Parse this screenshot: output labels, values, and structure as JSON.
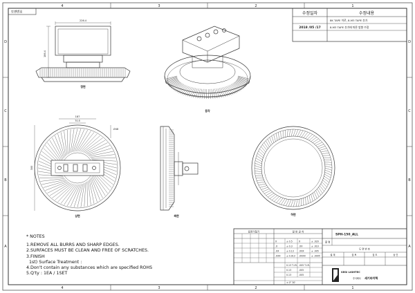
{
  "sheet": {
    "top_left_label": "도면번호",
    "col_labels": [
      "4",
      "3",
      "2",
      "1"
    ],
    "row_labels": [
      "D",
      "C",
      "B",
      "A"
    ]
  },
  "revision": {
    "header_date": "수정일자",
    "header_content": "수정내용",
    "rows": [
      {
        "date": "",
        "content": "8K TAPE 이로, 8-M3 TAPE 추가"
      },
      {
        "date": "2018 /05 /17",
        "content": "8-M3 TAPE 추가에 따른 방향 수정"
      }
    ]
  },
  "views": {
    "front_label": "정면",
    "iso_label": "등각",
    "top_label": "상면",
    "side_label": "측면",
    "bottom_label": "하면",
    "dim_front_width": "226.4",
    "dim_front_height": "186.4",
    "dim_top_a": "187",
    "dim_top_b": "70.5",
    "dim_top_diameter": "Ø48",
    "dim_top_side": "300"
  },
  "notes": {
    "heading": "* NOTES",
    "lines": [
      "1.REMOVE ALL BURRS AND SHARP EDGES.",
      "2.SURFACES MUST BE CLEAN AND FREE OF SCRATCHES.",
      "3.FINISH",
      "  1st) Surface Treatment :",
      "4.Don't contain any substances which are specified ROHS",
      "5.Q'ty : 1EA / 1SET"
    ]
  },
  "title_block": {
    "drawing_no": "SPH-150_ALL",
    "part_label": "품 명",
    "drawing_no_label": "도 면 번 호",
    "design_label": "설 계",
    "draft_label": "검 토",
    "check_label": "검 도",
    "approve_label": "승 인",
    "general_tolerance": "일 반 공 차",
    "surface_label": "표면거칠기",
    "company_name": "세기라이텍",
    "company_prefix": "주식회사",
    "logo_text": "SEGI LIGHTEC",
    "tolerance_rows": [
      {
        "a": "X",
        "b": "± 0.5",
        "c": "X",
        "d": "± .020"
      },
      {
        "a": ".X",
        "b": "± 0.3",
        "c": ".XX",
        "d": "± .010"
      },
      {
        "a": ".XX",
        "b": "± 0.13",
        "c": ".XXX",
        "d": "± .005"
      },
      {
        "a": ".XXX",
        "b": "± 0.013",
        "c": ".XXXX",
        "d": "± .0005"
      }
    ],
    "angle": "± 0° 30'",
    "hole_rows": [
      "0.13 T.I.R.",
      "0.13",
      "0.13"
    ],
    "hole_inch": [
      ".005 T.I.R.",
      ".005",
      ".005"
    ]
  },
  "colors": {
    "line": "#333333",
    "thin": "#666666",
    "hatch": "#444444"
  }
}
